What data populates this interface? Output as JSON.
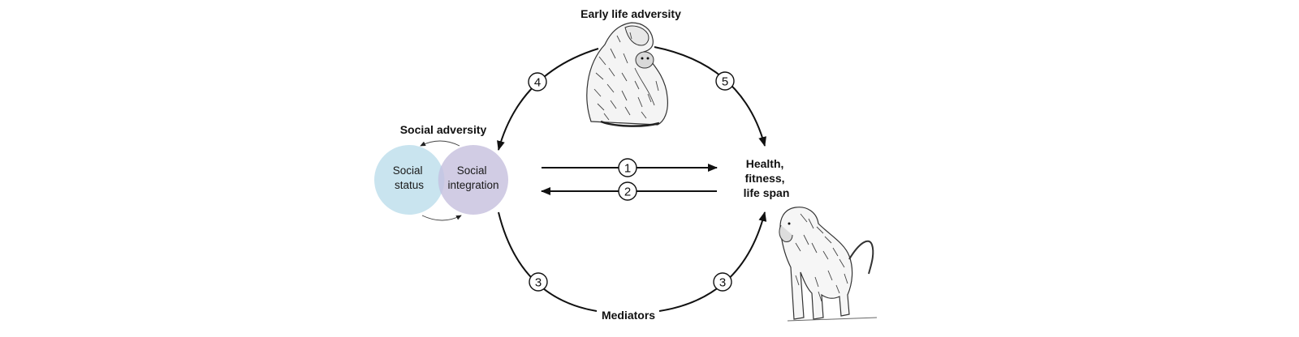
{
  "labels": {
    "early_life": "Early life adversity",
    "social_adversity": "Social adversity",
    "social_status": [
      "Social",
      "status"
    ],
    "social_integration": [
      "Social",
      "integration"
    ],
    "health": [
      "Health,",
      "fitness,",
      "life span"
    ],
    "mediators": "Mediators"
  },
  "pathways": [
    "1",
    "2",
    "3",
    "3",
    "4",
    "5"
  ],
  "colors": {
    "social_status": "#c9e4ef",
    "social_integration": "#cfc9e3",
    "line": "#111111"
  },
  "icons": [
    "mother-infant-monkey-illustration",
    "baboon-illustration"
  ]
}
